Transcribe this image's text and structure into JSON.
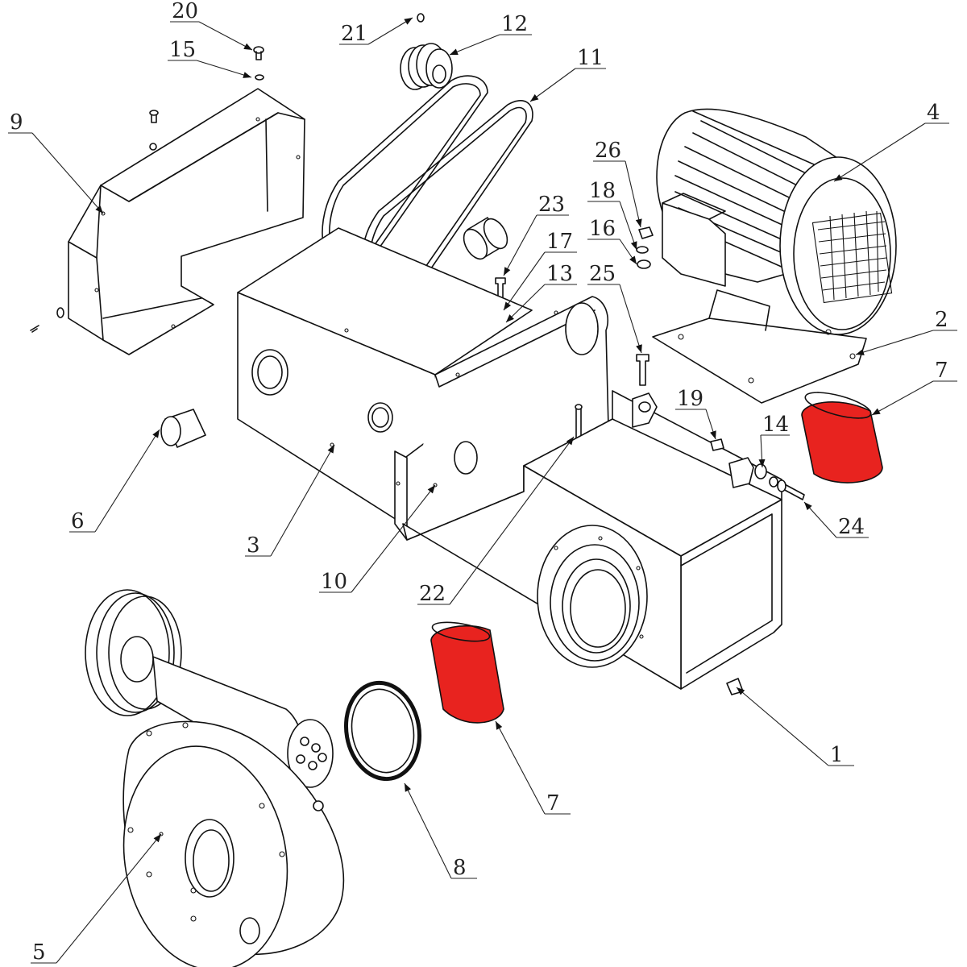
{
  "callouts": [
    {
      "id": "20",
      "label": "20"
    },
    {
      "id": "21",
      "label": "21"
    },
    {
      "id": "12",
      "label": "12"
    },
    {
      "id": "15",
      "label": "15"
    },
    {
      "id": "11",
      "label": "11"
    },
    {
      "id": "9",
      "label": "9"
    },
    {
      "id": "4",
      "label": "4"
    },
    {
      "id": "26",
      "label": "26"
    },
    {
      "id": "23",
      "label": "23"
    },
    {
      "id": "18",
      "label": "18"
    },
    {
      "id": "16",
      "label": "16"
    },
    {
      "id": "17",
      "label": "17"
    },
    {
      "id": "13",
      "label": "13"
    },
    {
      "id": "25",
      "label": "25"
    },
    {
      "id": "2",
      "label": "2"
    },
    {
      "id": "7a",
      "label": "7"
    },
    {
      "id": "19",
      "label": "19"
    },
    {
      "id": "14",
      "label": "14"
    },
    {
      "id": "24",
      "label": "24"
    },
    {
      "id": "6",
      "label": "6"
    },
    {
      "id": "3",
      "label": "3"
    },
    {
      "id": "10",
      "label": "10"
    },
    {
      "id": "22",
      "label": "22"
    },
    {
      "id": "1",
      "label": "1"
    },
    {
      "id": "7b",
      "label": "7"
    },
    {
      "id": "8",
      "label": "8"
    },
    {
      "id": "5",
      "label": "5"
    }
  ],
  "highlight_color": "#e8231f"
}
